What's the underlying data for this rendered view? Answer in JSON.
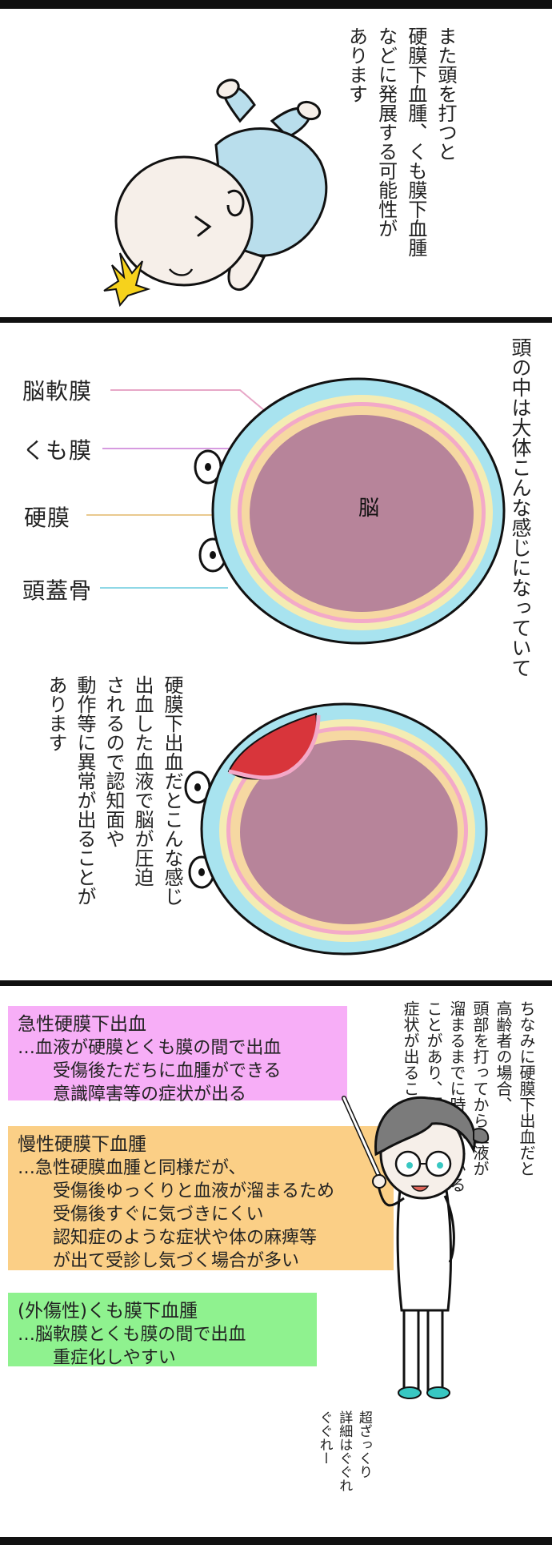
{
  "panel1": {
    "caption": "また頭を打つと\n硬膜下血腫、くも膜下血腫\nなどに発展する可能性が\nあります",
    "colors": {
      "skin": "#f6efe9",
      "shirt": "#b9deec",
      "impact": "#f6d21c"
    }
  },
  "panel2": {
    "caption": "頭の中は大体こんな感じになっていて",
    "brain_label": "脳",
    "labels": [
      {
        "text": "脳軟膜",
        "color": "#e7a7c7"
      },
      {
        "text": "くも膜",
        "color": "#d69be0"
      },
      {
        "text": "硬膜",
        "color": "#e9c98f"
      },
      {
        "text": "頭蓋骨",
        "color": "#8fd8e6"
      }
    ],
    "hematoma_caption": "硬膜下出血だとこんな感じ",
    "effect_caption": "出血した血液で脳が圧迫\nされるので認知面や\n動作等に異常が出ることが\nあります",
    "colors": {
      "skull": "#a8e3ef",
      "dura": "#f4ecb3",
      "arachnoid": "#f3a9c8",
      "brain_outer": "#f6d8a2",
      "brain": "#b7849a",
      "hematoma": "#d8353b"
    }
  },
  "panel3": {
    "caption": "ちなみに硬膜下出血だと\n高齢者の場合、\n頭部を打ってから血液が\n溜まるまでに時間がかかる\nことがあり、認知症と似ている\n症状が出ることがあります",
    "aside": "超ざっくり\n詳細はぐぐれ\nぐぐれー",
    "boxes": [
      {
        "title": "急性硬膜下出血",
        "lines": [
          "…血液が硬膜とくも膜の間で出血",
          "　　受傷後ただちに血腫ができる",
          "　　意識障害等の症状が出る"
        ],
        "color": "#f7aef7"
      },
      {
        "title": "慢性硬膜下血腫",
        "lines": [
          "…急性硬膜血腫と同様だが、",
          "　　受傷後ゆっくりと血液が溜まるため",
          "　　受傷後すぐに気づきにくい",
          "　　認知症のような症状や体の麻痺等",
          "　　が出て受診し気づく場合が多い"
        ],
        "color": "#fbcf86"
      },
      {
        "title": "(外傷性)くも膜下血腫",
        "lines": [
          "…脳軟膜とくも膜の間で出血",
          "　　重症化しやすい"
        ],
        "color": "#8ff28f"
      }
    ]
  }
}
